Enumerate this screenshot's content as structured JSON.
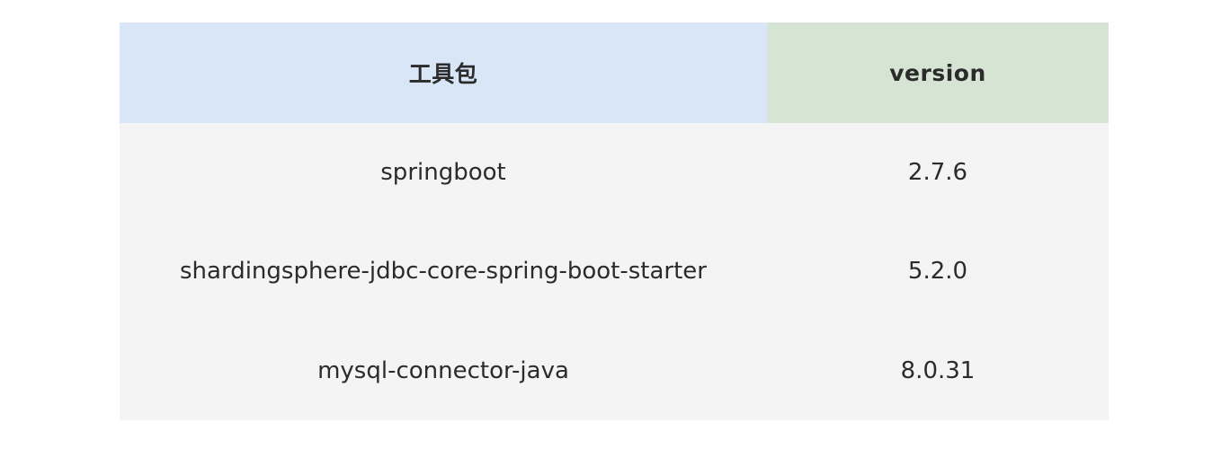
{
  "colors": {
    "header_package_bg": "#d8e6f8",
    "header_version_bg": "#d6e5d3",
    "body_bg": "#f4f4f4",
    "text": "#2b2b2b"
  },
  "table": {
    "headers": [
      {
        "id": "package",
        "label": "工具包"
      },
      {
        "id": "version",
        "label": "version"
      }
    ],
    "rows": [
      {
        "package": "springboot",
        "version": "2.7.6"
      },
      {
        "package": "shardingsphere-jdbc-core-spring-boot-starter",
        "version": "5.2.0"
      },
      {
        "package": "mysql-connector-java",
        "version": "8.0.31"
      }
    ]
  }
}
